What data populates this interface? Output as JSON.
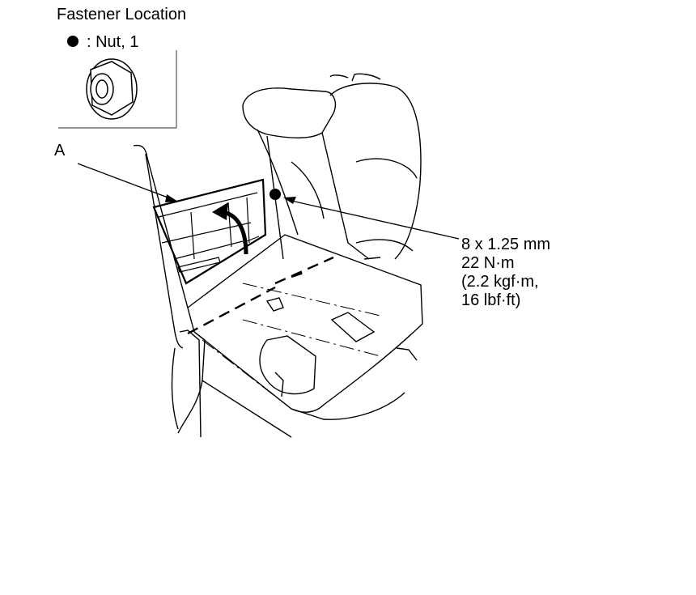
{
  "legend": {
    "title": "Fastener Location",
    "item_symbol": "filled-circle",
    "item_label": ": Nut, 1"
  },
  "callout_a": {
    "label": "A"
  },
  "torque_spec": {
    "line1": "8 x 1.25 mm",
    "line2": "22 N·m",
    "line3": "(2.2 kgf·m,",
    "line4": "16 lbf·ft)"
  }
}
